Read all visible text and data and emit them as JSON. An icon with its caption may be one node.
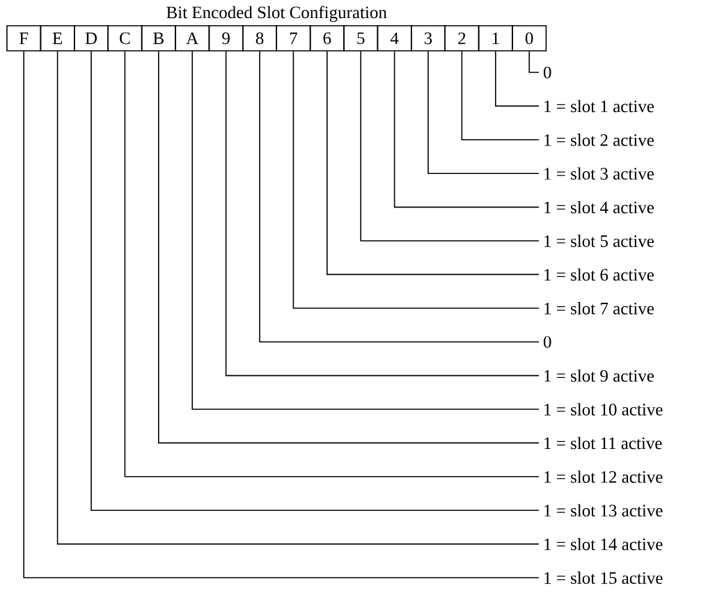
{
  "diagram": {
    "title": "Bit Encoded Slot Configuration",
    "nodes": [
      {
        "text": [
          "F"
        ]
      },
      {
        "text": [
          "E"
        ]
      },
      {
        "text": [
          "D"
        ]
      },
      {
        "text": [
          "C"
        ]
      },
      {
        "text": [
          "B"
        ]
      },
      {
        "text": [
          "A"
        ]
      },
      {
        "text": [
          "9"
        ]
      },
      {
        "text": [
          "8"
        ]
      },
      {
        "text": [
          "7"
        ]
      },
      {
        "text": [
          "6"
        ]
      },
      {
        "text": [
          "5"
        ]
      },
      {
        "text": [
          "4"
        ]
      },
      {
        "text": [
          "3"
        ]
      },
      {
        "text": [
          "2"
        ]
      },
      {
        "text": [
          "1"
        ]
      },
      {
        "text": [
          "0"
        ]
      },
      {
        "text": [
          "0"
        ]
      },
      {
        "text": [
          "1 = slot 1 active"
        ]
      },
      {
        "text": [
          "1 = slot 2 active"
        ]
      },
      {
        "text": [
          "1 = slot 3 active"
        ]
      },
      {
        "text": [
          "1 = slot 4 active"
        ]
      },
      {
        "text": [
          "1 = slot 5 active"
        ]
      },
      {
        "text": [
          "1 = slot 6 active"
        ]
      },
      {
        "text": [
          "1 = slot 7 active"
        ]
      },
      {
        "text": [
          "0"
        ]
      },
      {
        "text": [
          "1 = slot 9 active"
        ]
      },
      {
        "text": [
          "1 = slot 10 active"
        ]
      },
      {
        "text": [
          "1 = slot 11 active"
        ]
      },
      {
        "text": [
          "1 = slot 12 active"
        ]
      },
      {
        "text": [
          "1 = slot 13 active"
        ]
      },
      {
        "text": [
          "1 = slot 14 active"
        ]
      },
      {
        "text": [
          "1 = slot 15 active"
        ]
      }
    ],
    "edges": [
      {
        "from": 15,
        "to": 16,
        "arrow": "none"
      },
      {
        "from": 14,
        "to": 17,
        "arrow": "none"
      },
      {
        "from": 13,
        "to": 18,
        "arrow": "none"
      },
      {
        "from": 12,
        "to": 19,
        "arrow": "none"
      },
      {
        "from": 11,
        "to": 20,
        "arrow": "none"
      },
      {
        "from": 10,
        "to": 21,
        "arrow": "none"
      },
      {
        "from": 9,
        "to": 22,
        "arrow": "none"
      },
      {
        "from": 8,
        "to": 23,
        "arrow": "none"
      },
      {
        "from": 7,
        "to": 24,
        "arrow": "none"
      },
      {
        "from": 6,
        "to": 25,
        "arrow": "none"
      },
      {
        "from": 5,
        "to": 26,
        "arrow": "none"
      },
      {
        "from": 4,
        "to": 27,
        "arrow": "none"
      },
      {
        "from": 3,
        "to": 28,
        "arrow": "none"
      },
      {
        "from": 2,
        "to": 29,
        "arrow": "none"
      },
      {
        "from": 1,
        "to": 30,
        "arrow": "none"
      },
      {
        "from": 0,
        "to": 31,
        "arrow": "none"
      }
    ]
  }
}
